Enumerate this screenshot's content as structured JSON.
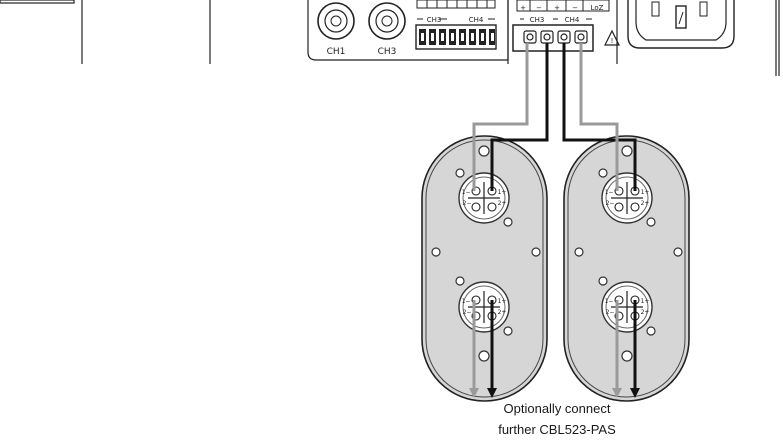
{
  "rca_inputs": [
    "CH1",
    "CH3"
  ],
  "terminal_block_left": {
    "channels": [
      "CH3",
      "CH4"
    ]
  },
  "speaker_outputs": {
    "channels": [
      "CH3",
      "CH4"
    ],
    "polarity_marks": [
      "+",
      "−",
      "+",
      "−"
    ],
    "loz_label": "LoZ"
  },
  "warning_symbol": "!",
  "speakon_pins": {
    "plus": "1+",
    "minus": "1−",
    "two_minus": "2−",
    "two_plus": "2+"
  },
  "colors": {
    "cable_black": "#111111",
    "cable_grey": "#9a9a9a",
    "panel_fill": "#d6d6d6"
  },
  "note_lines": [
    "Optionally connect",
    "further CBL523-PAS"
  ]
}
